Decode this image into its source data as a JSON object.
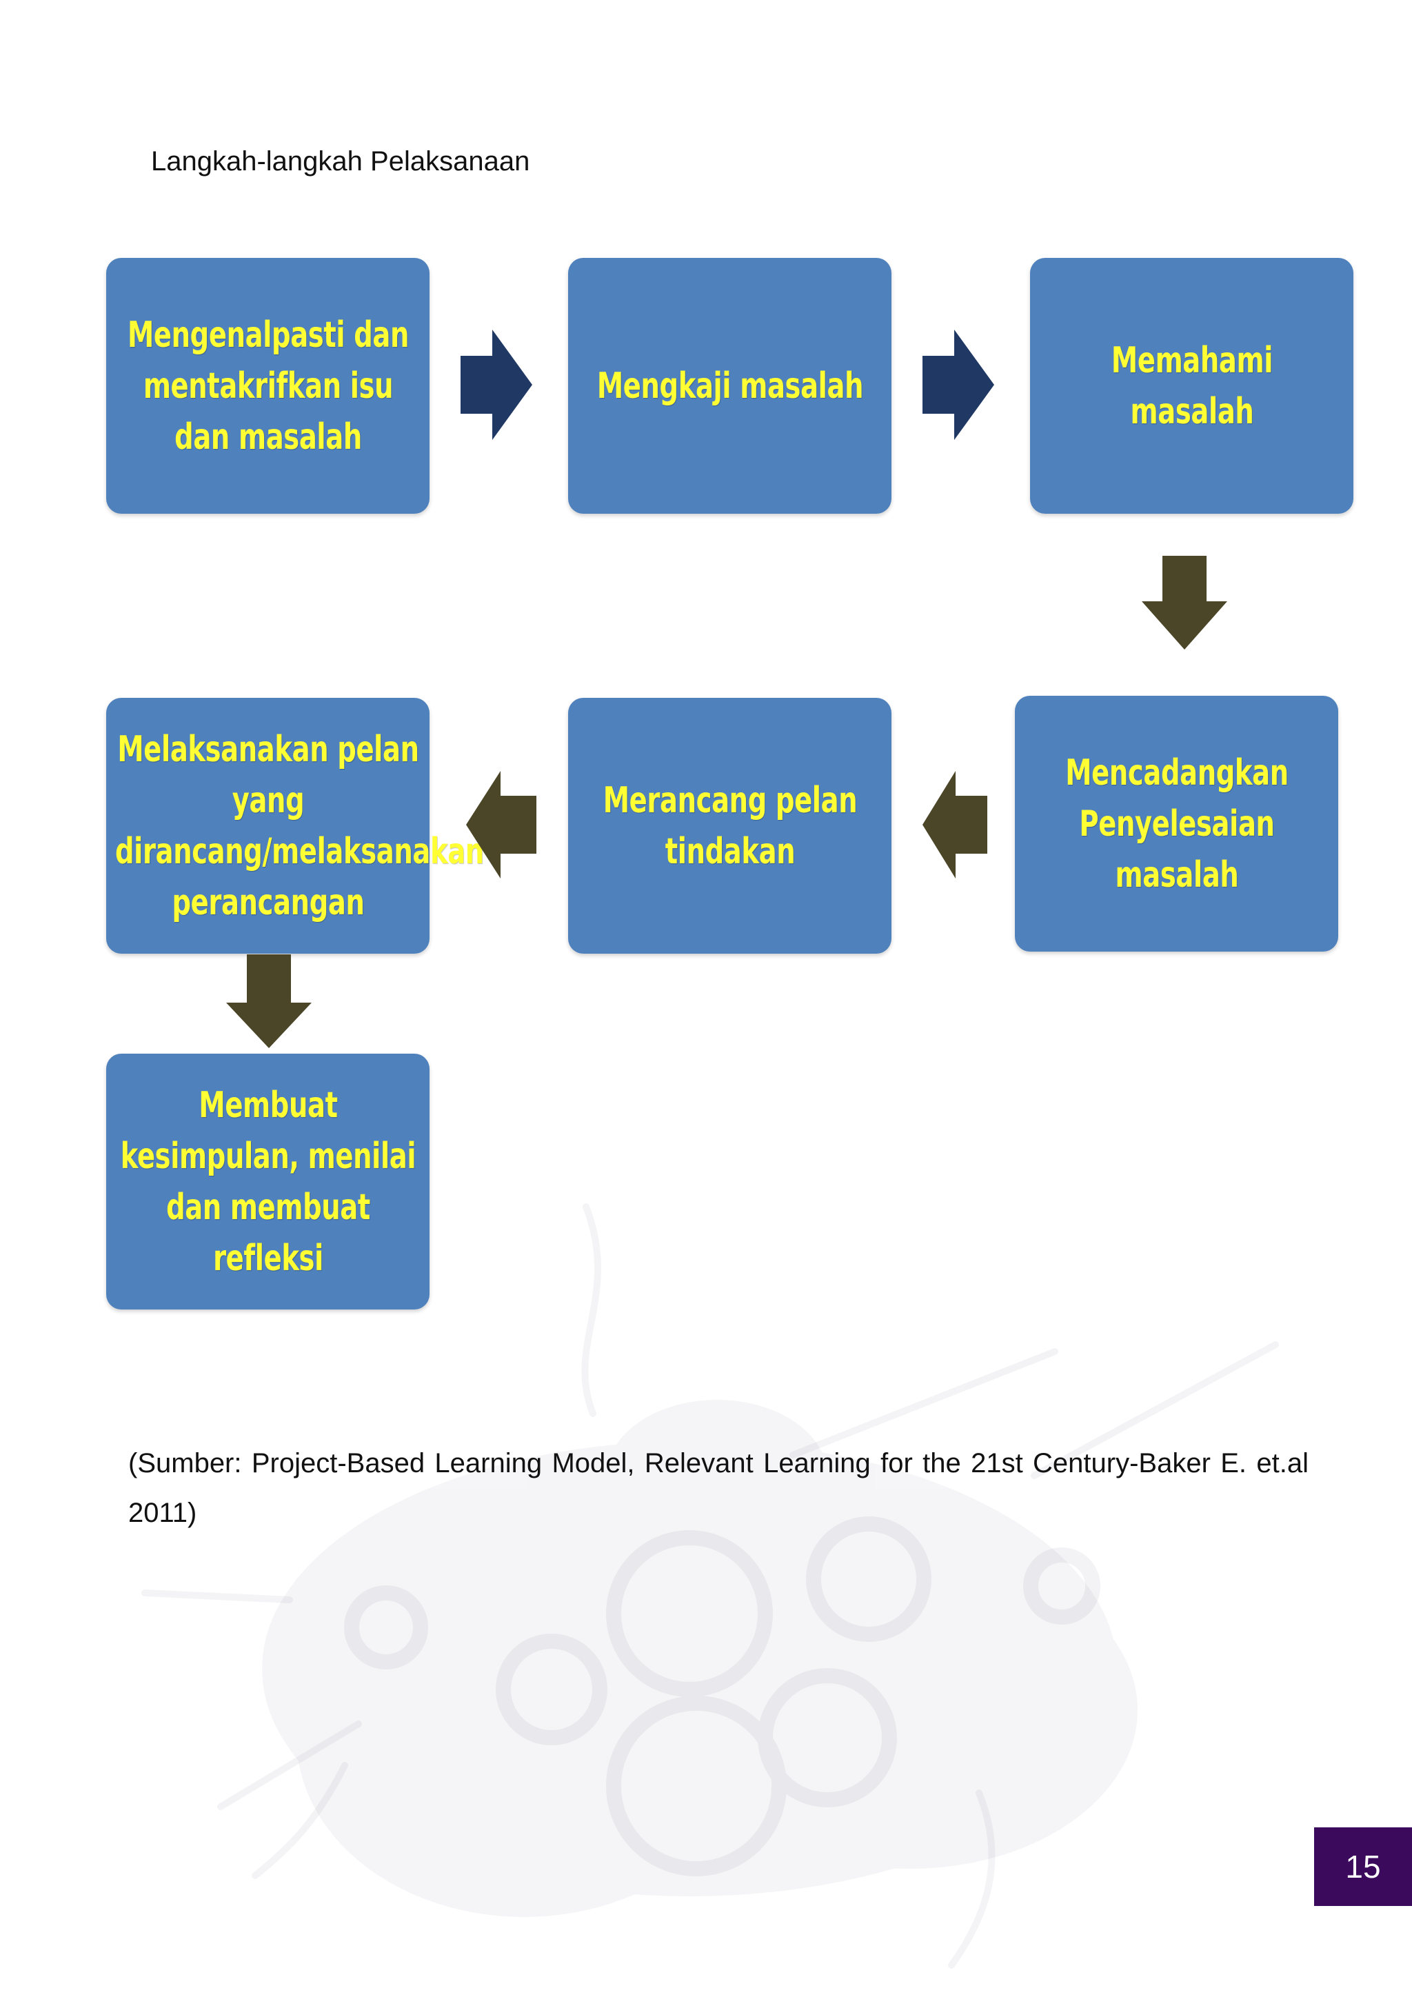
{
  "page": {
    "heading": "Langkah-langkah Pelaksanaan",
    "source_note": "(Sumber: Project-Based Learning Model, Relevant Learning for the 21st Century-Baker E. et.al 2011)",
    "page_number": "15"
  },
  "flow": {
    "steps": [
      {
        "label": "Mengenalpasti dan mentakrifkan isu dan masalah"
      },
      {
        "label": "Mengkaji masalah"
      },
      {
        "label": "Memahami masalah"
      },
      {
        "label": "Mencadangkan Penyelesaian masalah"
      },
      {
        "label": "Merancang pelan tindakan"
      },
      {
        "label": "Melaksanakan pelan yang dirancang/melaksanakan perancangan"
      },
      {
        "label": "Membuat kesimpulan, menilai dan membuat refleksi"
      }
    ]
  },
  "colors": {
    "box_fill": "#4f81bd",
    "box_text": "#ffff33",
    "arrow_navy": "#1f3864",
    "arrow_olive": "#4b4628",
    "page_badge": "#3b0a5c"
  },
  "icons": [
    "gear-watermark",
    "arrow-right-icon",
    "arrow-down-icon",
    "arrow-left-icon"
  ]
}
